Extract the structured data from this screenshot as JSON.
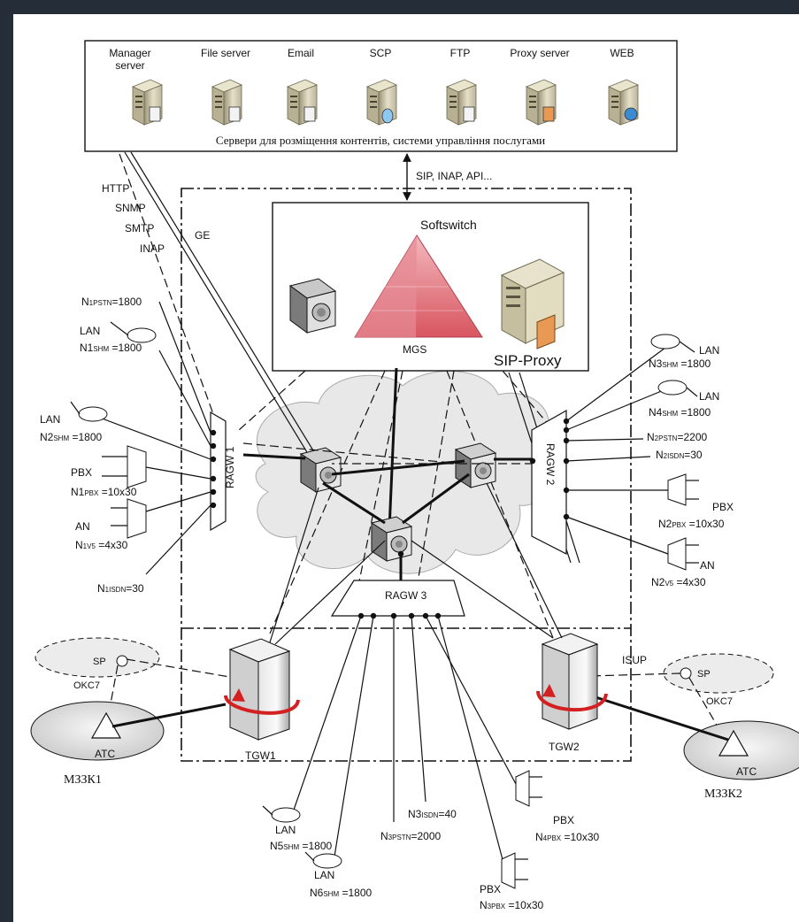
{
  "servers": [
    {
      "id": "manager",
      "label": "Manager server",
      "icon": "server-monitor-icon"
    },
    {
      "id": "file",
      "label": "File server",
      "icon": "server-file-icon"
    },
    {
      "id": "email",
      "label": "Email",
      "icon": "server-mail-icon"
    },
    {
      "id": "scp",
      "label": "SCP",
      "icon": "server-database-icon"
    },
    {
      "id": "ftp",
      "label": "FTP",
      "icon": "server-document-icon"
    },
    {
      "id": "proxy",
      "label": "Proxy server",
      "icon": "server-proxy-icon"
    },
    {
      "id": "web",
      "label": "WEB",
      "icon": "server-globe-icon"
    }
  ],
  "servers_caption": "Сервери для розміщення контентів, системи управління послугами",
  "sip_label": "SIP, INAP, API...",
  "protocols": [
    "HTTP",
    "SNMP",
    "SMTP",
    "INAP"
  ],
  "ge_label": "GE",
  "softswitch": {
    "title": "Softswitch",
    "mgs": "MGS",
    "sip_proxy": "SIP-Proxy"
  },
  "gateways": {
    "ragw1": "RAGW 1",
    "ragw2": "RAGW 2",
    "ragw3": "RAGW 3",
    "tgw1": "TGW1",
    "tgw2": "TGW2"
  },
  "ragw1_links": {
    "pstn": {
      "base": "N",
      "sub": "1PSTN",
      "rest": "=1800"
    },
    "lan": {
      "label": "LAN",
      "base": "N1",
      "sub": "SHM",
      "rest": " =1800"
    },
    "lan2": {
      "label": "LAN",
      "base": "N2",
      "sub": "SHM",
      "rest": " =1800"
    },
    "pbx": {
      "label": "PBX",
      "base": "N1",
      "sub": "PBX",
      "rest": " =10x30"
    },
    "an": {
      "label": "AN",
      "base": "N",
      "sub": "1V5",
      "rest": " =4x30"
    },
    "isdn": {
      "base": "N",
      "sub": "1ISDN",
      "rest": "=30"
    }
  },
  "ragw2_links": {
    "lan3": {
      "label": "LAN",
      "base": "N3",
      "sub": "SHM",
      "rest": " =1800"
    },
    "lan4": {
      "label": "LAN",
      "base": "N4",
      "sub": "SHM",
      "rest": " =1800"
    },
    "pstn": {
      "base": "N",
      "sub": "2PSTN",
      "rest": "=2200"
    },
    "isdn": {
      "base": "N",
      "sub": "2ISDN",
      "rest": "=30"
    },
    "pbx": {
      "label": "PBX",
      "base": "N2",
      "sub": "PBX",
      "rest": " =10x30"
    },
    "an": {
      "label": "AN",
      "base": "N2",
      "sub": "V5",
      "rest": " =4x30"
    }
  },
  "ragw3_links": {
    "lan5": {
      "label": "LAN",
      "base": "N5",
      "sub": "SHM",
      "rest": " =1800"
    },
    "lan6": {
      "label": "LAN",
      "base": "N6",
      "sub": "SHM",
      "rest": " =1800"
    },
    "pstn": {
      "base": "N",
      "sub": "3PSTN",
      "rest": "=2000"
    },
    "isdn": {
      "base": "N3",
      "sub": "ISDN",
      "rest": "=40"
    },
    "pbx4": {
      "label": "PBX",
      "base": "N",
      "sub": "4PBX",
      "rest": " =10x30"
    },
    "pbx3": {
      "label": "PBX",
      "base": "N",
      "sub": "3PBX",
      "rest": " =10x30"
    }
  },
  "exchanges": {
    "left": {
      "sp": "SP",
      "signaling": "OKC7",
      "atc": "ATC",
      "name": "МЗЗК1"
    },
    "right": {
      "sp": "SP",
      "signaling": "OKC7",
      "isup": "ISUP",
      "atc": "ATC",
      "name": "МЗЗК2"
    }
  },
  "colors": {
    "background": "#242d38",
    "pyramid": "#e0707a",
    "cloud": "#e8e8e8",
    "tgw_arrow": "#d42020"
  }
}
